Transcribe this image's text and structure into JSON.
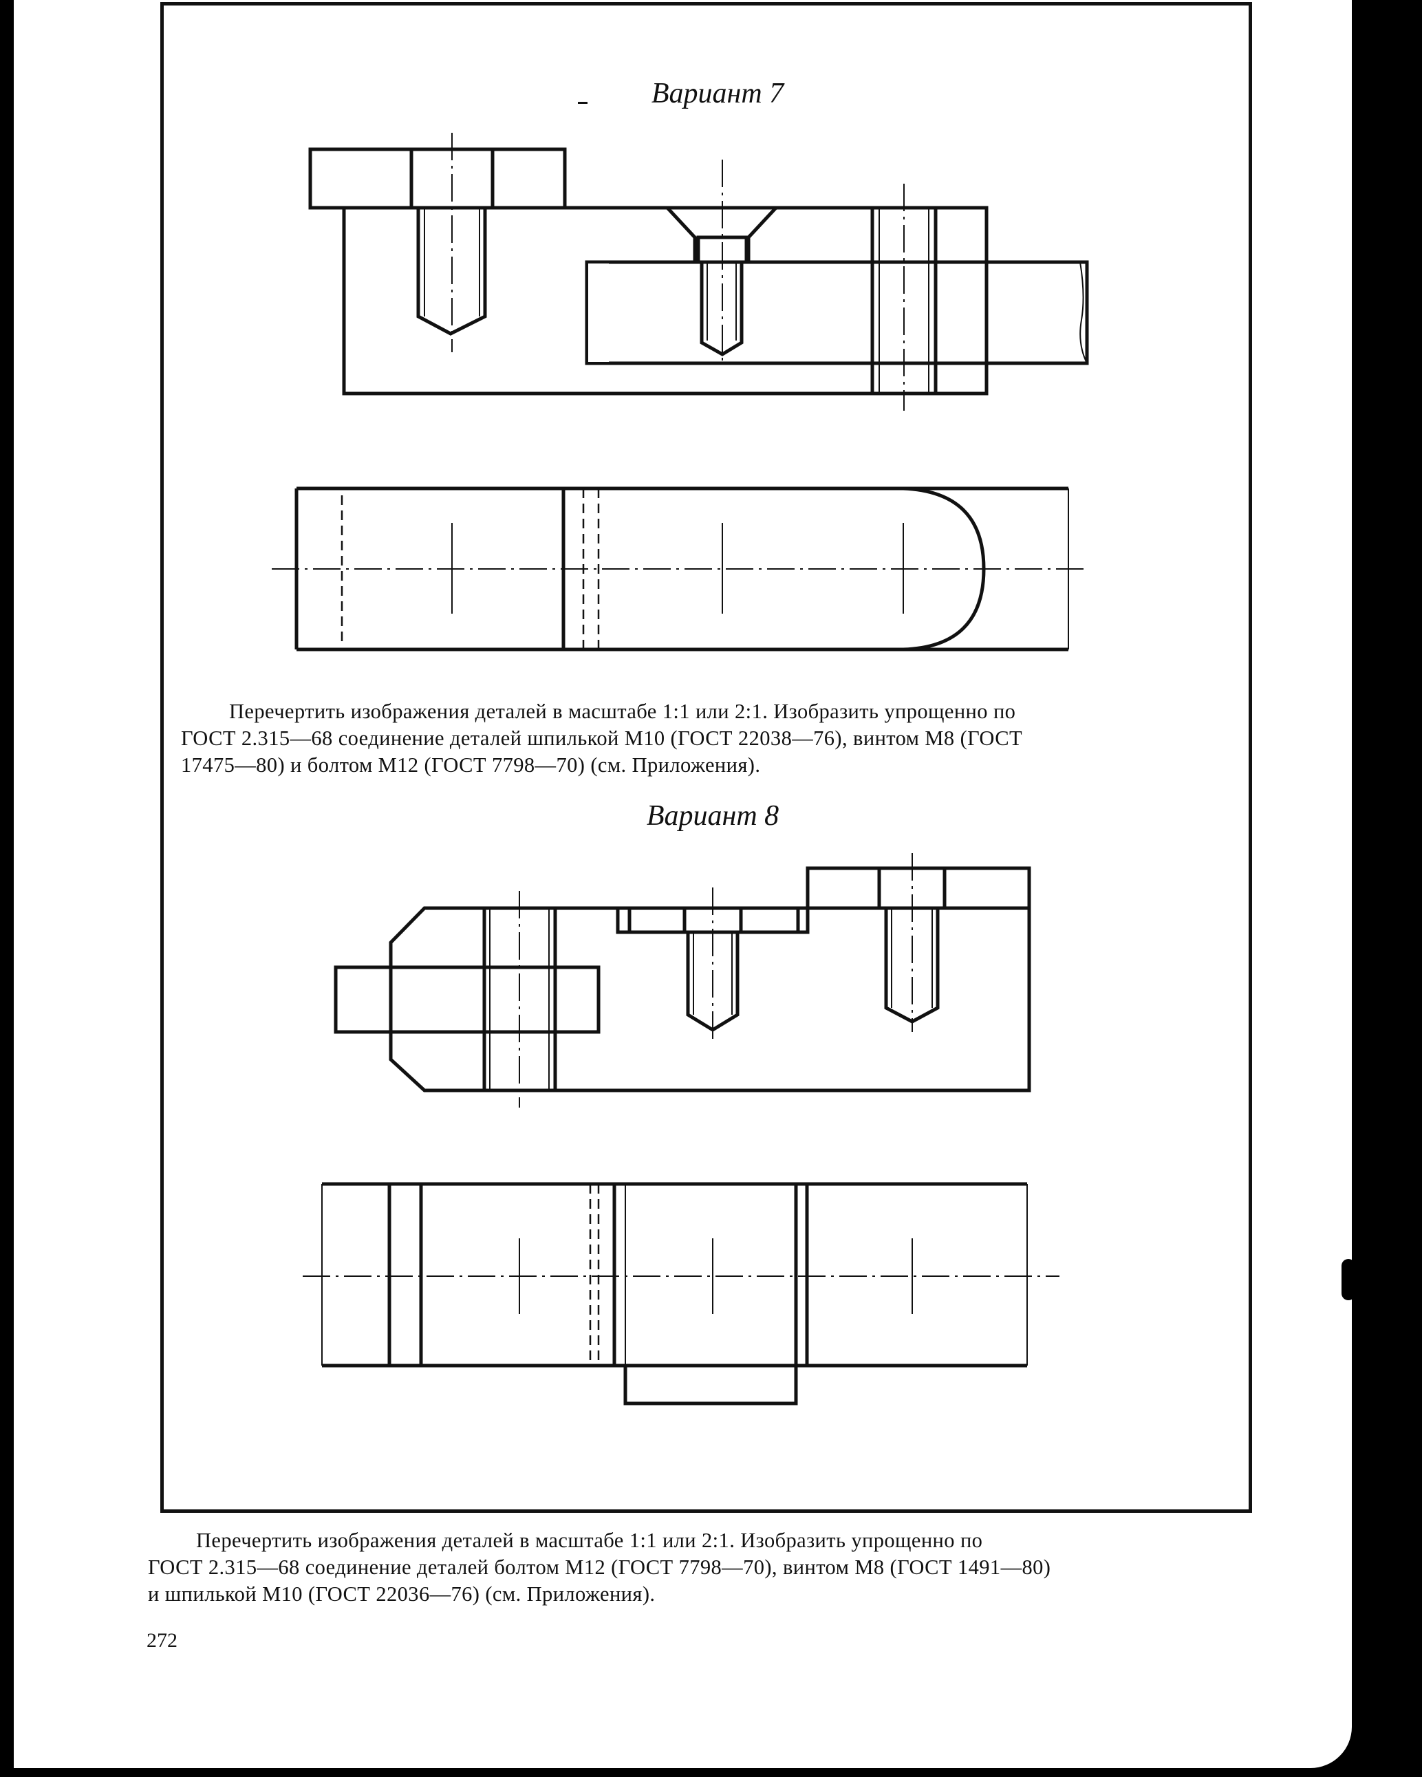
{
  "variant7": {
    "title": "Вариант 7",
    "caption_lines": [
      "Перечертить изображения деталей в масштабе 1:1 или 2:1. Изобразить упрощенно по",
      "ГОСТ 2.315—68 соединение деталей шпилькой М10 (ГОСТ 22038—76), винтом М8 (ГОСТ",
      "17475—80) и болтом М12 (ГОСТ 7798—70) (см. Приложения)."
    ]
  },
  "variant8": {
    "title": "Вариант 8",
    "caption_lines": [
      "Перечертить изображения деталей в масштабе 1:1 или 2:1. Изобразить упрощенно по",
      "ГОСТ 2.315—68 соединение деталей болтом М12 (ГОСТ 7798—70), винтом М8 (ГОСТ 1491—80)",
      "и шпилькой М10 (ГОСТ 22036—76) (см. Приложения)."
    ]
  },
  "page_number": "272"
}
